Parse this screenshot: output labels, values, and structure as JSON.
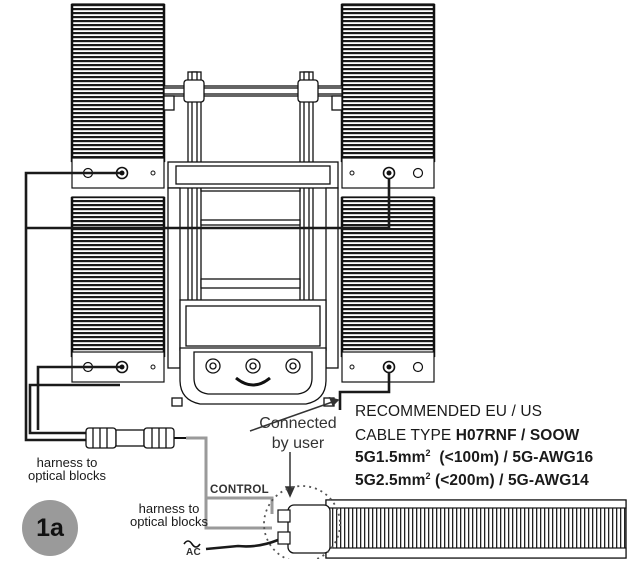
{
  "label_connected": [
    "Connected",
    "by user"
  ],
  "label_harness_upper": [
    "harness to",
    "optical blocks"
  ],
  "label_harness_lower": [
    "harness to",
    "optical blocks"
  ],
  "label_control": "CONTROL",
  "label_ac": "AC",
  "badge": "1a",
  "spec": {
    "line1": "RECOMMENDED EU / US",
    "line2_prefix": "CABLE TYPE ",
    "line2_bold": "H07RNF / SOOW",
    "line3_a": "5G1.5mm",
    "line3_sup": "2",
    "line3_b": "  (<100m) / 5G-AWG16",
    "line4_a": "5G2.5mm",
    "line4_sup": "2",
    "line4_b": " (<200m) / 5G-AWG14"
  },
  "colors": {
    "line": "#1a1a1a",
    "cable_gray": "#9a9a9a",
    "badge": "#9a9a9a"
  }
}
